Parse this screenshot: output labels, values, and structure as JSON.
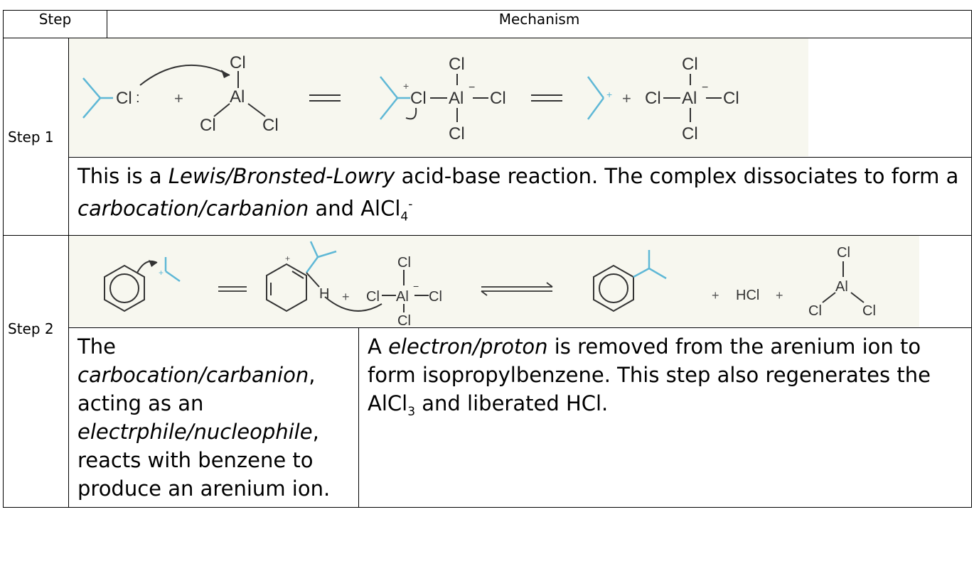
{
  "header": {
    "step": "Step",
    "mechanism": "Mechanism"
  },
  "step1": {
    "label": "Step 1",
    "description": {
      "p1": "This is a ",
      "i1": "Lewis/Bronsted-Lowry",
      "p2": " acid-base reaction.  The complex dissociates to form a ",
      "i2": "carbocation/carbanion",
      "p3": " and AlCl",
      "sub": "4",
      "sup": "-"
    }
  },
  "step2": {
    "label": "Step 2",
    "left": {
      "p1": "The ",
      "i1": "carbocation/carbanion",
      "p2": ", acting as an ",
      "i2": "electrphile/nucleophile",
      "p3": ", reacts with benzene to produce an arenium ion."
    },
    "right": {
      "p1": "A ",
      "i1": "electron/proton",
      "p2": " is removed from the arenium ion to form isopropylbenzene.  This step also regenerates the AlCl",
      "sub": "3",
      "p3": " and liberated HCl."
    }
  },
  "chem": {
    "cl": "Cl",
    "al": "Al",
    "h": "H",
    "hcl": "HCl",
    "plus": "+",
    "minus": "−",
    "dots": "••",
    "colon": ":"
  },
  "colors": {
    "alkyl": "#5fb8d6",
    "panel": "#f7f7ef",
    "ink": "#333333"
  }
}
